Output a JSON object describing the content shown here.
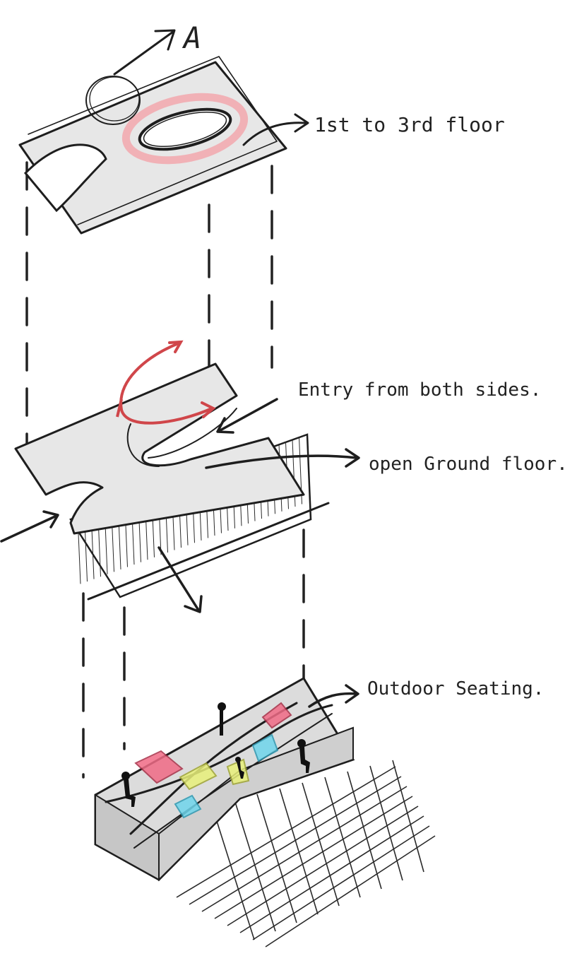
{
  "annotations": {
    "section_marker": "A",
    "upper_floors": "1st to 3rd floor",
    "entry": "Entry from both sides.",
    "ground_floor": "open Ground floor.",
    "seating": "Outdoor Seating."
  },
  "colors": {
    "ink": "#1e1e1e",
    "plate_fill": "#e7e7e7",
    "highlight_ring": "#f2a7ad",
    "circulation_arrow": "#d0464a",
    "seat_pink": "#f06b86",
    "seat_yellow": "#e8f07a",
    "seat_cyan": "#6fd6ec"
  },
  "icons": [
    "arrow-icon",
    "person-icon"
  ]
}
